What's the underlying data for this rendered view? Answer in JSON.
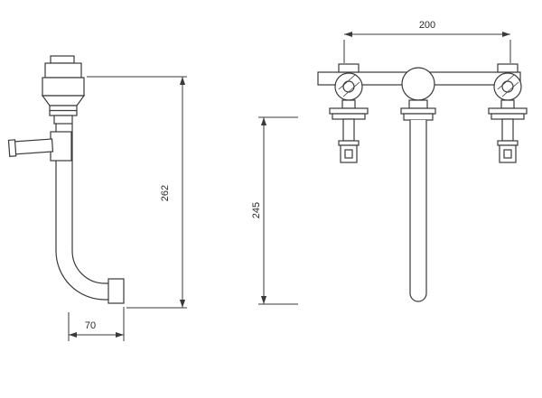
{
  "canvas": {
    "background": "#ffffff",
    "line_color": "#3a3a3a"
  },
  "dimensions": {
    "front_center_distance": "200",
    "side_overall_height": "262",
    "front_spout_height": "245",
    "side_spout_reach": "70"
  }
}
